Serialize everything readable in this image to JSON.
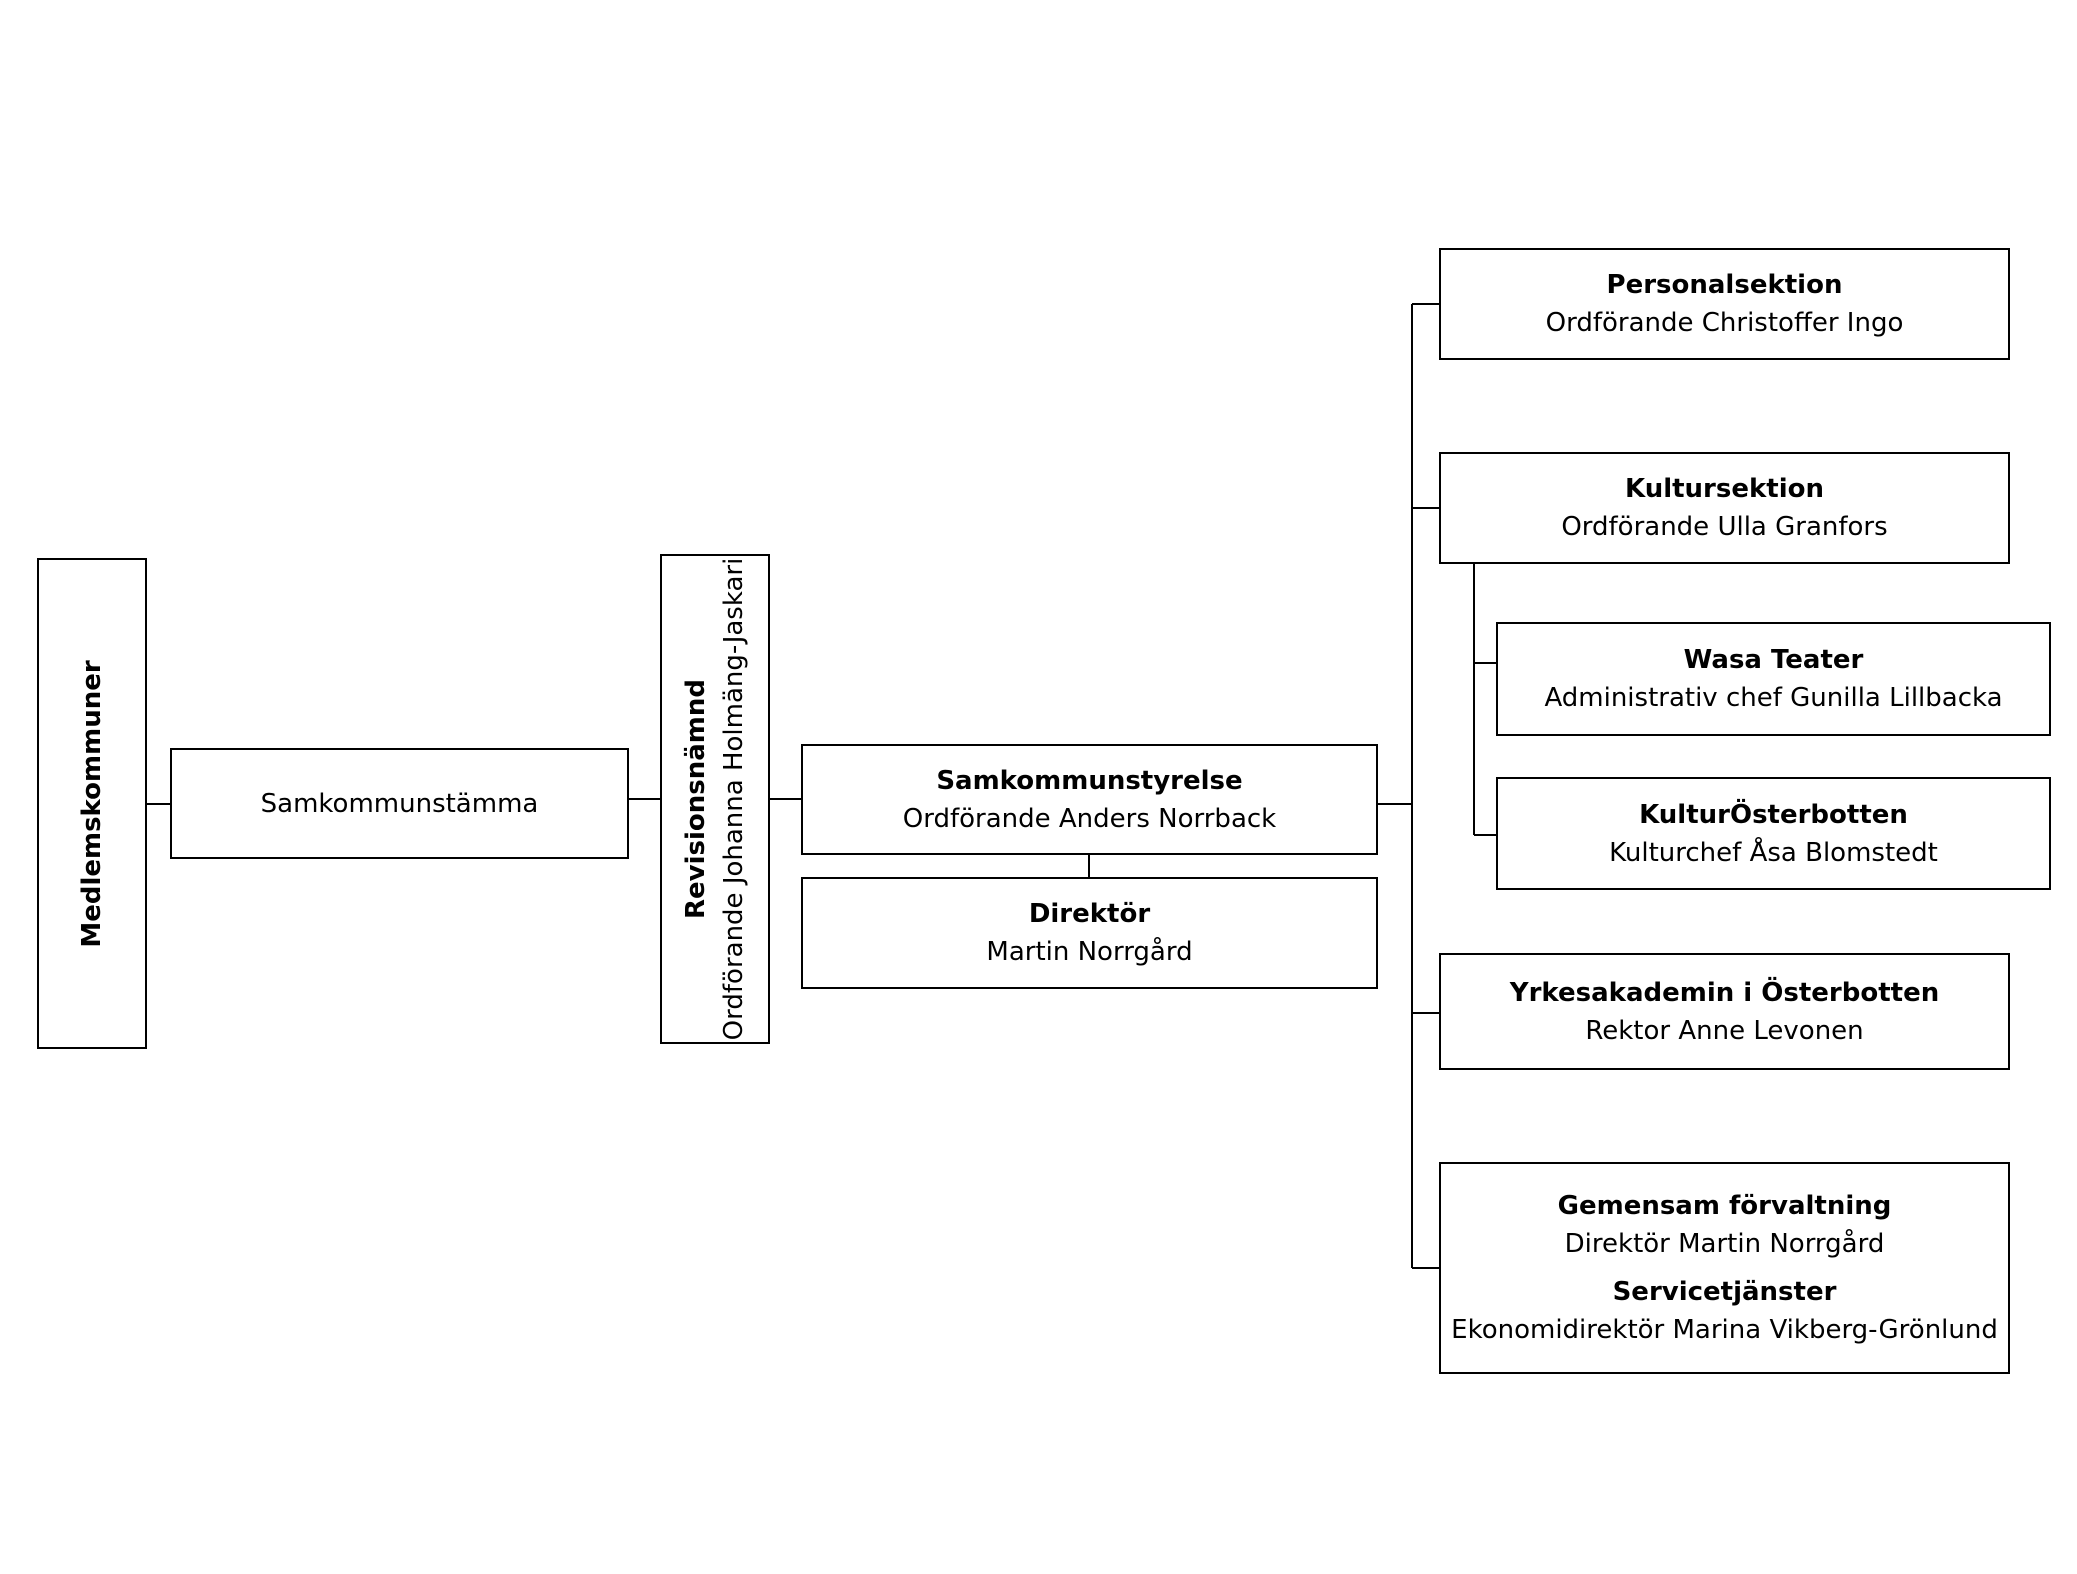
{
  "nodes": {
    "medlemskommuner": {
      "title": "Medlemskommuner"
    },
    "samkommunstamma": {
      "label": "Samkommunstämma"
    },
    "revisionsnamnd": {
      "title": "Revisionsnämnd",
      "subtitle": "Ordförande Johanna Holmäng-Jaskari"
    },
    "samkommunstyrelse": {
      "title": "Samkommunstyrelse",
      "subtitle": "Ordförande Anders Norrback"
    },
    "direktor": {
      "title": "Direktör",
      "subtitle": "Martin Norrgård"
    },
    "personalsektion": {
      "title": "Personalsektion",
      "subtitle": "Ordförande Christoffer Ingo"
    },
    "kultursektion": {
      "title": "Kultursektion",
      "subtitle": "Ordförande Ulla Granfors"
    },
    "wasa_teater": {
      "title": "Wasa Teater",
      "subtitle": "Administrativ chef Gunilla Lillbacka"
    },
    "kulturosterbotten": {
      "title": "KulturÖsterbotten",
      "subtitle": "Kulturchef Åsa Blomstedt"
    },
    "yrkesakademin": {
      "title": "Yrkesakademin i Österbotten",
      "subtitle": "Rektor Anne Levonen"
    },
    "gemensam": {
      "title": "Gemensam förvaltning",
      "subtitle": "Direktör Martin Norrgård",
      "title2": "Servicetjänster",
      "subtitle2": "Ekonomidirektör Marina Vikberg-Grönlund"
    }
  }
}
